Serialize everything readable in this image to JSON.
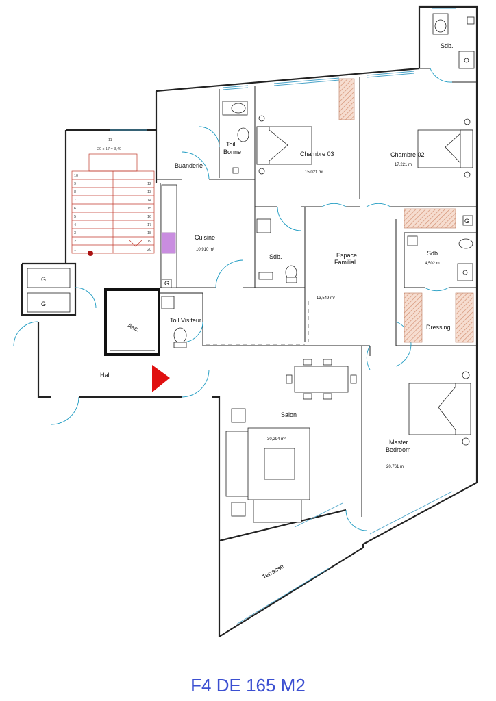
{
  "caption": "F4 DE 165 M2",
  "stair_formula": "20 x 17 = 3,40",
  "stair_top_mark": "11",
  "stair_left": [
    "10",
    "9",
    "8",
    "7",
    "6",
    "5",
    "4",
    "3",
    "2",
    "1"
  ],
  "stair_right": [
    "12",
    "13",
    "14",
    "15",
    "16",
    "17",
    "18",
    "19",
    "20"
  ],
  "rooms": {
    "sdb_top": "Sdb.",
    "toil_bonne_1": "Toil.",
    "toil_bonne_2": "Bonne",
    "chambre03": "Chambre 03",
    "chambre03_area": "15,021 m²",
    "chambre02": "Chambre 02",
    "chambre02_area": "17,221 m",
    "buanderie": "Buanderie",
    "cuisine": "Cuisine",
    "cuisine_area": "10,910 m²",
    "sdb_mid": "Sdb.",
    "espace_1": "Espace",
    "espace_2": "Familial",
    "espace_area": "13,549 m²",
    "sdb_right": "Sdb.",
    "sdb_right_area": "4,502 m",
    "dressing": "Dressing",
    "toil_visiteur": "Toil.Visiteur",
    "asc": "Asc.",
    "hall": "Hall",
    "salon": "Salon",
    "salon_area": "30,294 m²",
    "master_1": "Master",
    "master_2": "Bedroom",
    "master_area": "20,761 m",
    "terrasse": "Terrasse",
    "gaine": "G"
  },
  "colors": {
    "caption": "#3b4fd1",
    "entry_arrow": "#e01010",
    "door": "#1e9bc2",
    "stair": "#c0392b",
    "hatch": "#e7b79c"
  }
}
